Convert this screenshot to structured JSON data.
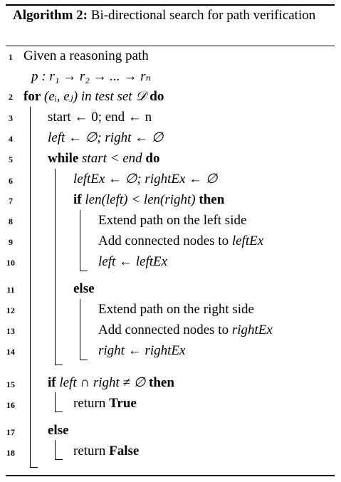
{
  "algorithm": {
    "label": "Algorithm 2:",
    "title": "Bi-directional search for path verification"
  },
  "lines": [
    {
      "num": "1",
      "text_a": "Given a reasoning path"
    },
    {
      "num": "",
      "path": "p : r₁ → r₂ → ... → rₙ"
    },
    {
      "num": "2",
      "kw_for": "for",
      "pair": "(eᵢ, eⱼ)",
      "mid": "in test set",
      "set": "𝒟",
      "kw_do": "do"
    },
    {
      "num": "3",
      "text": "start ← 0; end ← n"
    },
    {
      "num": "4",
      "text": "left ← ∅; right ← ∅"
    },
    {
      "num": "5",
      "kw_while": "while",
      "cond": "start < end",
      "kw_do": "do"
    },
    {
      "num": "6",
      "text": "leftEx ← ∅; rightEx ← ∅"
    },
    {
      "num": "7",
      "kw_if": "if",
      "cond": "len(left) < len(right)",
      "kw_then": "then"
    },
    {
      "num": "8",
      "text": "Extend path on the left side"
    },
    {
      "num": "9",
      "text": "Add connected nodes to",
      "var": "leftEx"
    },
    {
      "num": "10",
      "text": "left ← leftEx"
    },
    {
      "num": "11",
      "kw_else": "else"
    },
    {
      "num": "12",
      "text": "Extend path on the right side"
    },
    {
      "num": "13",
      "text": "Add connected nodes to",
      "var": "rightEx"
    },
    {
      "num": "14",
      "text": "right ← rightEx"
    },
    {
      "num": "15",
      "kw_if": "if",
      "cond": "left ∩ right ≠ ∅",
      "kw_then": "then"
    },
    {
      "num": "16",
      "text": "return",
      "val": "True"
    },
    {
      "num": "17",
      "kw_else": "else"
    },
    {
      "num": "18",
      "text": "return",
      "val": "False"
    }
  ]
}
